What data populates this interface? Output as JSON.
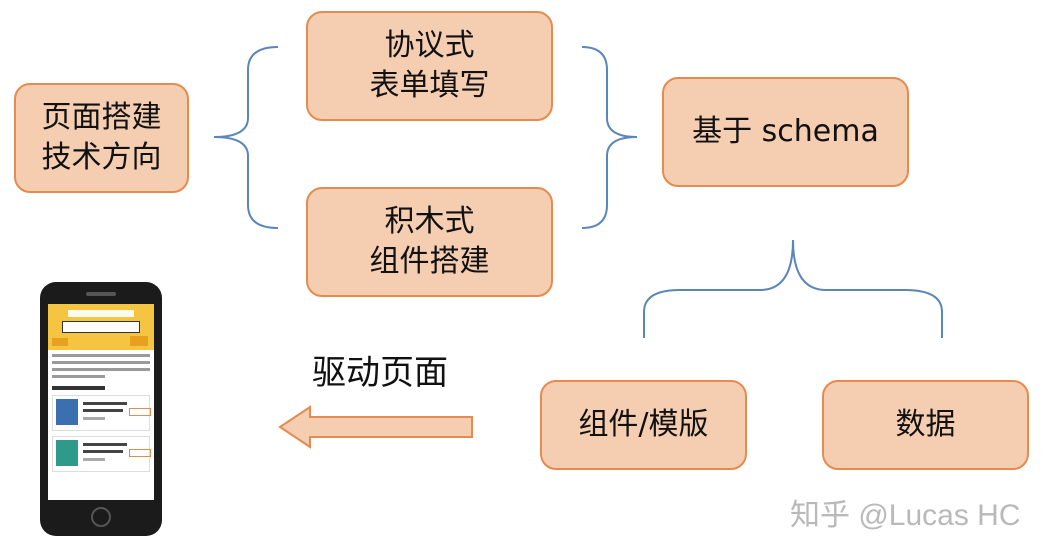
{
  "nodes": {
    "page_build": {
      "line1": "页面搭建",
      "line2": "技术方向"
    },
    "protocol_form": {
      "line1": "协议式",
      "line2": "表单填写"
    },
    "block_component": {
      "line1": "积木式",
      "line2": "组件搭建"
    },
    "schema": {
      "label": "基于 schema"
    },
    "component_template": {
      "label": "组件/模版"
    },
    "data": {
      "label": "数据"
    }
  },
  "drive_label": "驱动页面",
  "watermark": "知乎 @Lucas HC",
  "colors": {
    "node_fill": "#f5cdb1",
    "node_border": "#e58b4f",
    "brace": "#5b86b8",
    "arrow_fill": "#f5cdb1",
    "arrow_border": "#e58b4f"
  }
}
